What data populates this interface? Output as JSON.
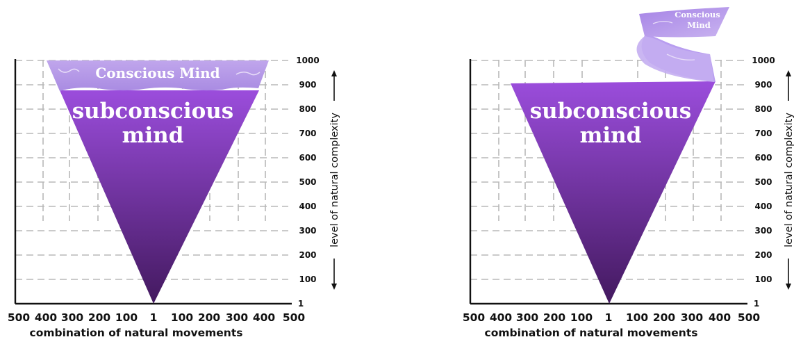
{
  "panels": [
    {
      "region_labels": {
        "top": "Conscious Mind",
        "body_line1": "subconscious",
        "body_line2": "mind"
      },
      "y_ticks": [
        "1000",
        "900",
        "800",
        "700",
        "600",
        "500",
        "400",
        "300",
        "200",
        "100",
        "1"
      ],
      "x_ticks": [
        "500",
        "400",
        "300",
        "200",
        "100",
        "1",
        "100",
        "200",
        "300",
        "400",
        "500"
      ],
      "x_axis_label": "combination of natural movements",
      "y_axis_label": "level of natural complexity"
    },
    {
      "region_labels": {
        "top_line1": "Conscious",
        "top_line2": "Mind",
        "body_line1": "subconscious",
        "body_line2": "mind"
      },
      "y_ticks": [
        "1000",
        "900",
        "800",
        "700",
        "600",
        "500",
        "400",
        "300",
        "200",
        "100",
        "1"
      ],
      "x_ticks": [
        "500",
        "400",
        "300",
        "200",
        "100",
        "1",
        "100",
        "200",
        "300",
        "400",
        "500"
      ],
      "x_axis_label": "combination of natural movements",
      "y_axis_label": "level of natural complexity"
    }
  ],
  "colors": {
    "triangle_top": "#9b4ddc",
    "triangle_bottom": "#43195f",
    "conscious_band": "#b79be6"
  }
}
